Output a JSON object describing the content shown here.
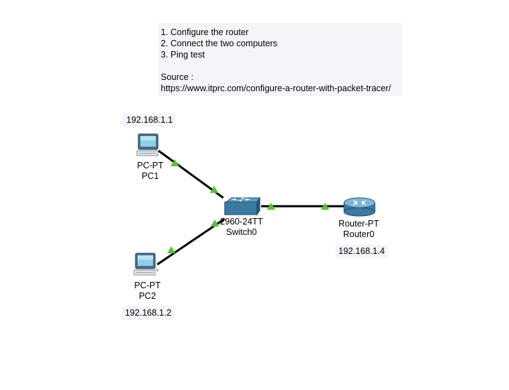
{
  "note": {
    "lines": [
      "1. Configure the router",
      "2. Connect the two computers",
      "3. Ping test",
      "",
      "Source :",
      "https://www.itprc.com/configure-a-router-with-packet-tracer/"
    ]
  },
  "devices": {
    "pc1": {
      "model": "PC-PT",
      "name": "PC1",
      "ip": "192.168.1.1",
      "icon": "pc-icon"
    },
    "pc2": {
      "model": "PC-PT",
      "name": "PC2",
      "ip": "192.168.1.2",
      "icon": "pc-icon"
    },
    "switch0": {
      "model": "2960-24TT",
      "name": "Switch0",
      "icon": "switch-icon"
    },
    "router0": {
      "model": "Router-PT",
      "name": "Router0",
      "ip": "192.168.1.4",
      "icon": "router-icon"
    }
  },
  "links": [
    {
      "from": "PC1",
      "to": "Switch0",
      "status": "up"
    },
    {
      "from": "PC2",
      "to": "Switch0",
      "status": "up"
    },
    {
      "from": "Switch0",
      "to": "Router0",
      "status": "up"
    }
  ],
  "colors": {
    "link": "#000000",
    "link_up_indicator": "#5cbf3a",
    "note_background": "#f4f5f9"
  }
}
